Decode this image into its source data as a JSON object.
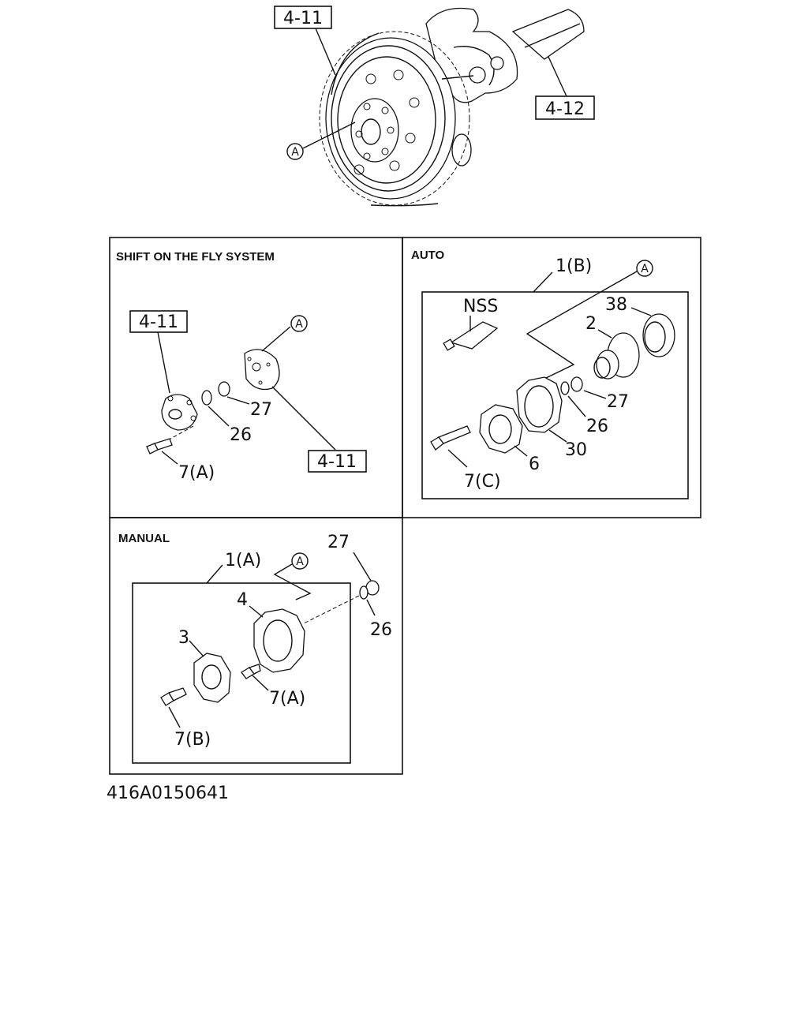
{
  "top_view": {
    "ref_hub": "4-11",
    "ref_axle": "4-12",
    "callout_a": "A"
  },
  "panels": {
    "shift_on_the_fly": {
      "title": "SHIFT ON THE FLY SYSTEM",
      "ref_top": "4-11",
      "ref_bottom": "4-11",
      "callout_a": "A",
      "labels": {
        "p27": "27",
        "p26": "26",
        "p7a": "7(A)"
      }
    },
    "auto": {
      "title": "AUTO",
      "assembly": "1(B)",
      "callout_a": "A",
      "labels": {
        "nss": "NSS",
        "p38": "38",
        "p2": "2",
        "p27": "27",
        "p26": "26",
        "p30": "30",
        "p6": "6",
        "p7c": "7(C)"
      }
    },
    "manual": {
      "title": "MANUAL",
      "assembly": "1(A)",
      "callout_a": "A",
      "labels": {
        "p27": "27",
        "p26": "26",
        "p4": "4",
        "p3": "3",
        "p7a": "7(A)",
        "p7b": "7(B)"
      }
    }
  },
  "figure_code": "416A0150641"
}
